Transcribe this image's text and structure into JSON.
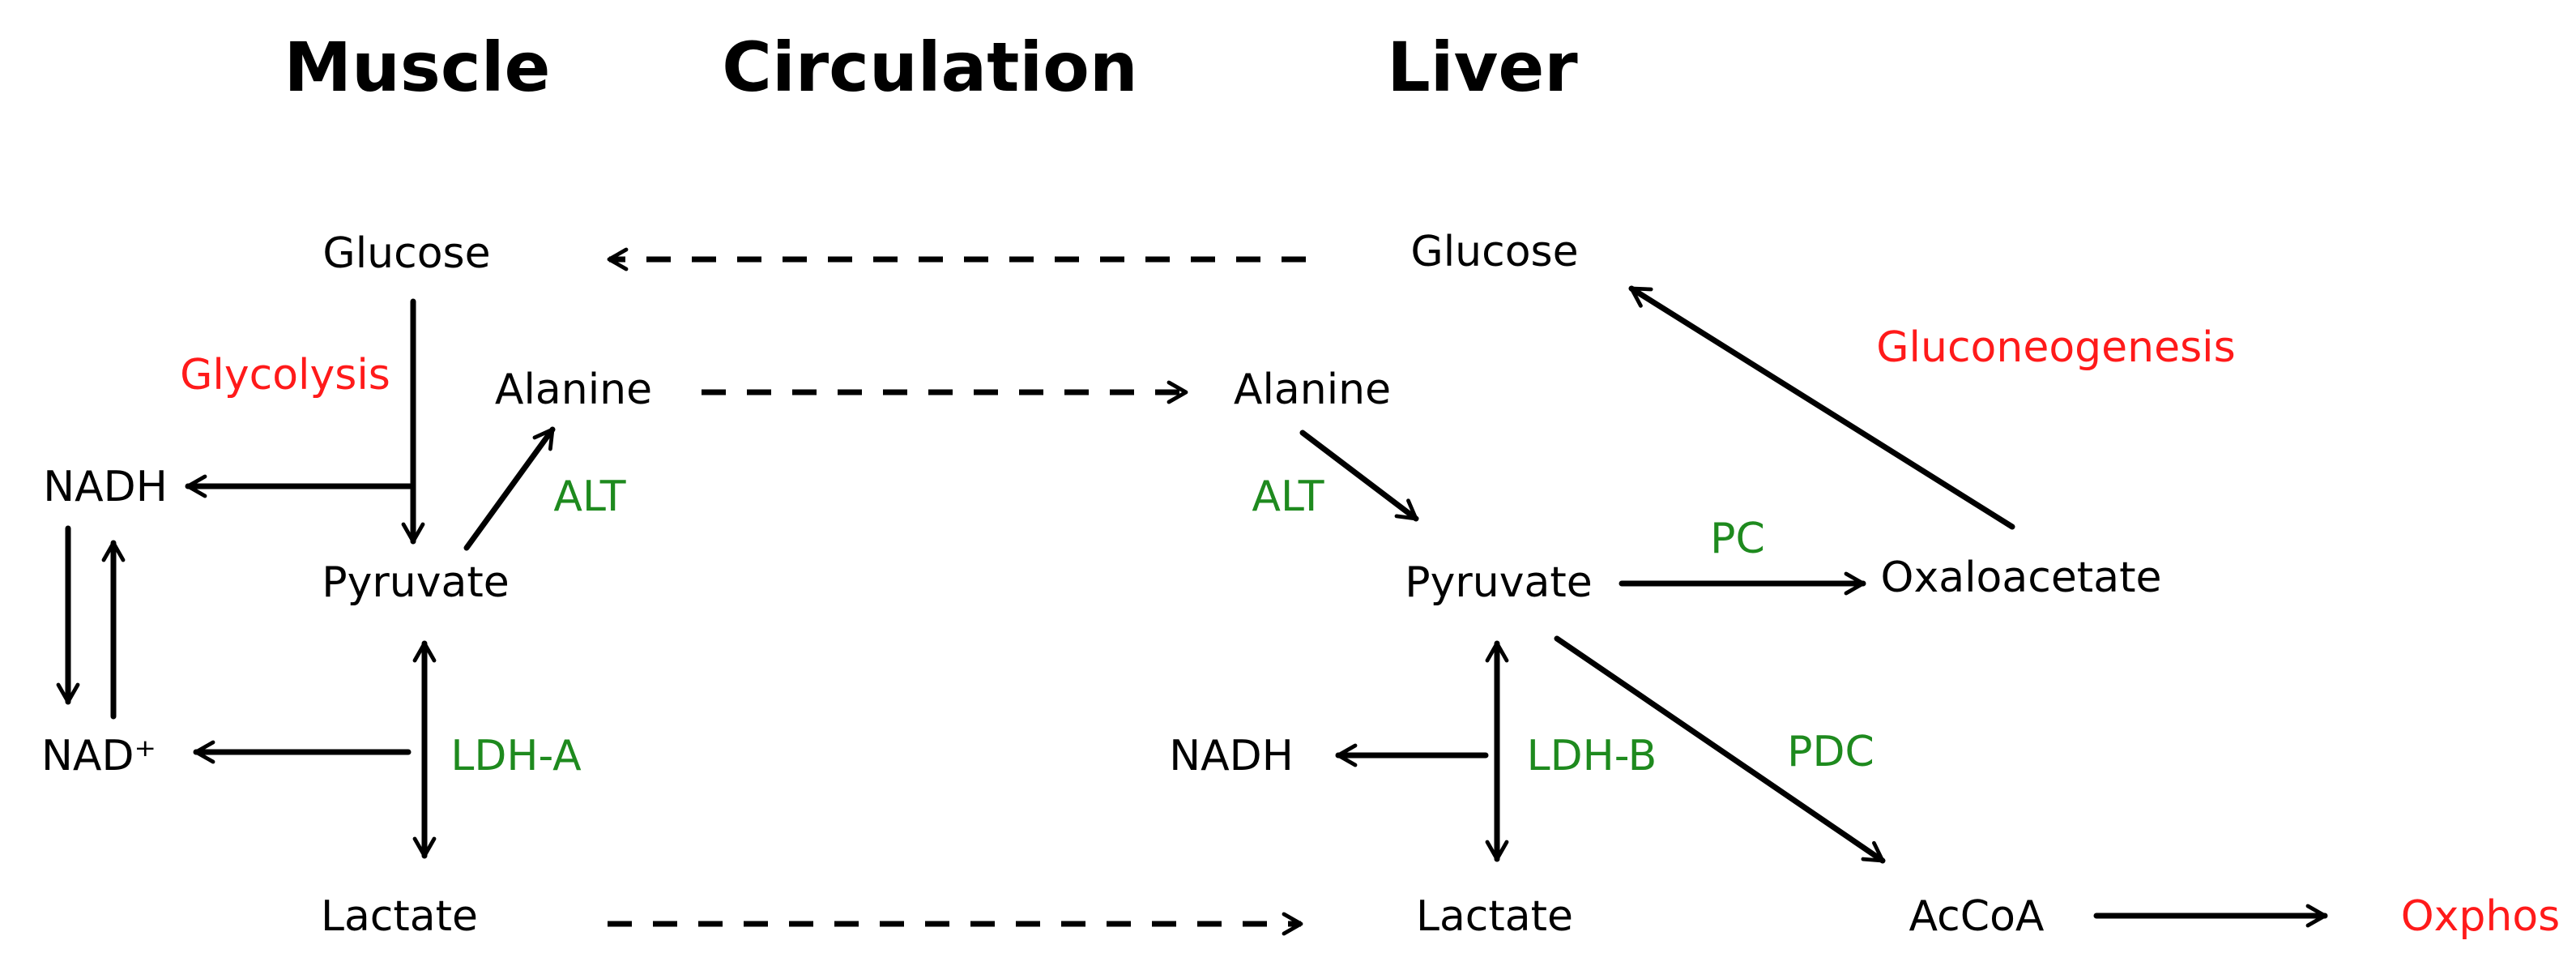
{
  "headers": {
    "muscle": "Muscle",
    "circulation": "Circulation",
    "liver": "Liver"
  },
  "muscle": {
    "glucose": "Glucose",
    "glycolysis": "Glycolysis",
    "alanine": "Alanine",
    "nadh": "NADH",
    "alt": "ALT",
    "pyruvate": "Pyruvate",
    "nad": "NAD⁺",
    "ldh_a": "LDH-A",
    "lactate": "Lactate"
  },
  "liver": {
    "glucose": "Glucose",
    "gluconeogenesis": "Gluconeogenesis",
    "alanine": "Alanine",
    "alt": "ALT",
    "pc": "PC",
    "pyruvate": "Pyruvate",
    "oxaloacetate": "Oxaloacetate",
    "nadh": "NADH",
    "ldh_b": "LDH-B",
    "pdc": "PDC",
    "lactate": "Lactate",
    "accoa": "AcCoA",
    "oxphos": "Oxphos"
  },
  "colors": {
    "metabolite": "#000000",
    "enzyme": "#1e8a1e",
    "process": "#ff1a1a"
  }
}
